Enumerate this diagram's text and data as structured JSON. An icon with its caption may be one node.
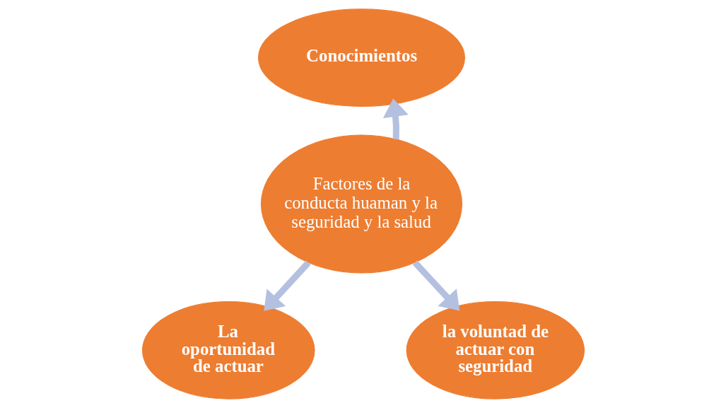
{
  "diagram": {
    "nodes": [
      {
        "text": [
          "Conocimientos"
        ]
      },
      {
        "text": [
          "Factores de la conducta huaman y la seguridad y la salud"
        ]
      },
      {
        "text": [
          "La oportunidad de actuar"
        ]
      },
      {
        "text": [
          "la voluntad de actuar con seguridad"
        ]
      }
    ],
    "edges": [
      {
        "from": 1,
        "to": 0,
        "arrow": "to"
      },
      {
        "from": 1,
        "to": 2,
        "arrow": "to"
      },
      {
        "from": 1,
        "to": 3,
        "arrow": "to"
      }
    ]
  }
}
